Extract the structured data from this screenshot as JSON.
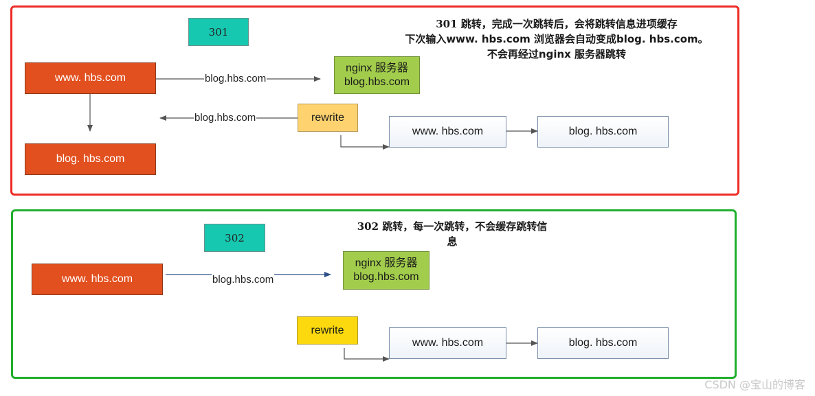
{
  "panel_301": {
    "code_label": "301",
    "note_line1": "301 跳转，完成一次跳转后，会将跳转信息进项缓存",
    "note_line2": "下次输入www. hbs.com 浏览器会自动变成blog. hbs.com。",
    "note_line3": "不会再经过nginx 服务器跳转",
    "source_box": "www. hbs.com",
    "result_box": "blog. hbs.com",
    "nginx_line1": "nginx 服务器",
    "nginx_line2": "blog.hbs.com",
    "edge_request": "blog.hbs.com",
    "edge_response": "blog.hbs.com",
    "rewrite_label": "rewrite",
    "rewrite_from": "www. hbs.com",
    "rewrite_to": "blog. hbs.com"
  },
  "panel_302": {
    "code_label": "302",
    "note_line1": "302 跳转，每一次跳转，不会缓存跳转信",
    "note_line2": "息",
    "source_box": "www. hbs.com",
    "nginx_line1": "nginx 服务器",
    "nginx_line2": "blog.hbs.com",
    "edge_request": "blog.hbs.com",
    "rewrite_label": "rewrite",
    "rewrite_from": "www. hbs.com",
    "rewrite_to": "blog. hbs.com"
  },
  "watermark": "CSDN @宝山的博客",
  "colors": {
    "panel_301_border": "#ee2a24",
    "panel_302_border": "#1fae2c",
    "source_box_fill": "#e2501f",
    "code_box_fill": "#17c8b0",
    "nginx_box_fill": "#a2cd4c",
    "rewrite_301_fill": "#fdd26f",
    "rewrite_302_fill": "#fbd90e"
  }
}
